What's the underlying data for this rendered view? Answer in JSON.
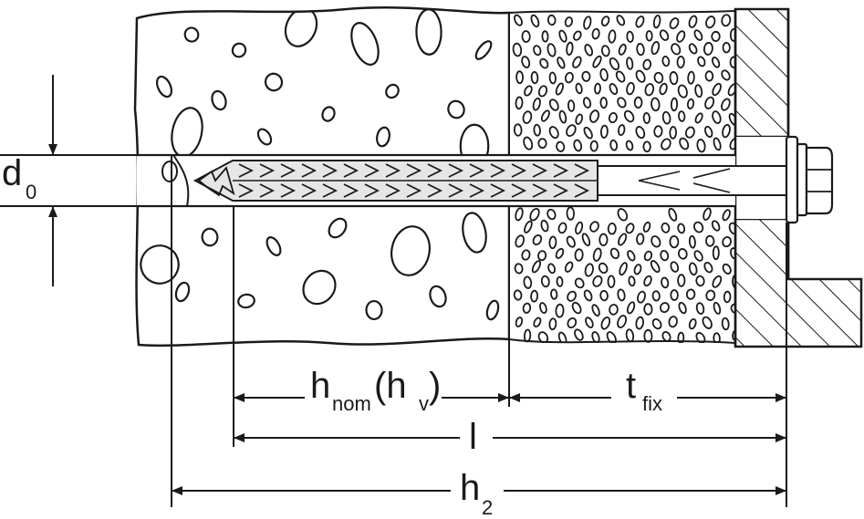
{
  "labels": {
    "d0_main": "d",
    "d0_sub": "0",
    "hnom_main": "h",
    "hnom_sub": "nom",
    "hnom_paren_open": "(h",
    "hv_sub": "v",
    "hnom_paren_close": ")",
    "tfix_main": "t",
    "tfix_sub": "fix",
    "l": "l",
    "h2_main": "h",
    "h2_sub": "2"
  },
  "colors": {
    "ink": "#1a1a1a",
    "background": "#ffffff"
  }
}
